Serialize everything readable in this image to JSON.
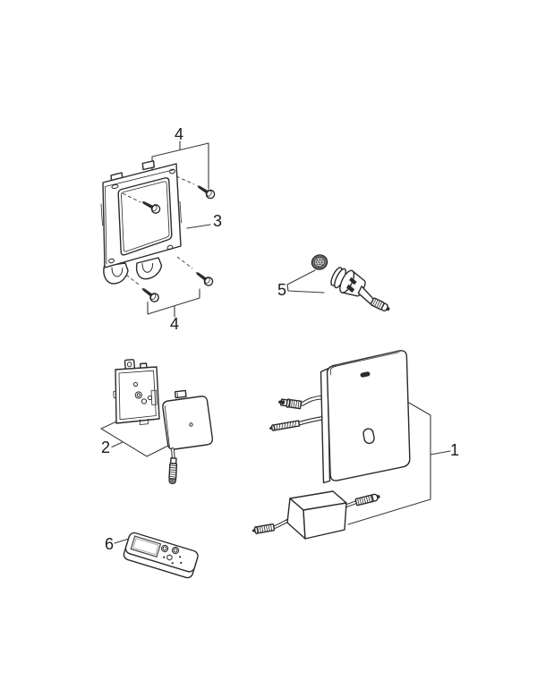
{
  "diagram": {
    "type": "exploded-parts-diagram",
    "background_color": "#ffffff",
    "line_color": "#2a2a2a",
    "callouts": {
      "assembly": {
        "label": "1",
        "part": "sensor-control-plate-with-power-supply"
      },
      "housing": {
        "label": "2",
        "part": "concealed-housing-box-with-cover"
      },
      "frame": {
        "label": "3",
        "part": "mounting-frame"
      },
      "screws_top": {
        "label": "4",
        "part": "fixing-screws"
      },
      "screws_bottom": {
        "label": "4",
        "part": "fixing-screws"
      },
      "valve": {
        "label": "5",
        "part": "solenoid-valve-with-filter"
      },
      "remote": {
        "label": "6",
        "part": "remote-control"
      }
    }
  }
}
